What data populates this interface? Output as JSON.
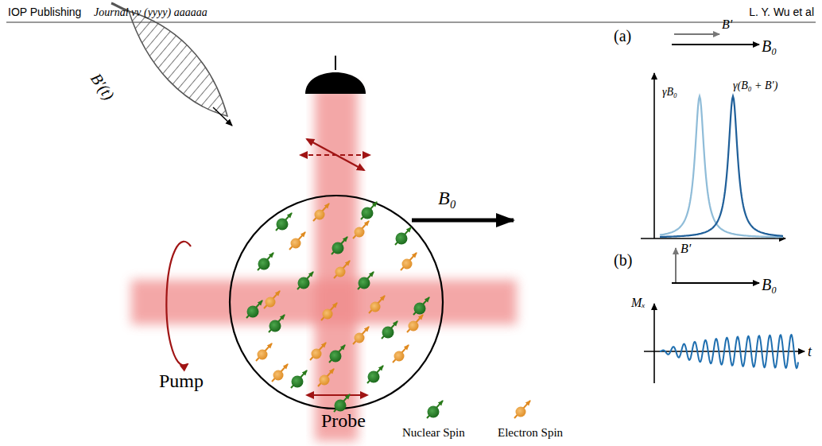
{
  "diagram": {
    "labels": [
      "IOP Publishing",
      "Journal vv (yyyy) aaaaaa",
      "L. Y. Wu et al",
      "B′(t)",
      "B₀",
      "Pump",
      "Probe",
      "(a)",
      "B′",
      "B₀",
      "γB₀",
      "γ(B₀ + B′)",
      "(b)",
      "B′",
      "B₀",
      "Mₓ",
      "t"
    ],
    "legend": [
      {
        "text": "Nuclear Spin"
      },
      {
        "text": "Electron Spin"
      }
    ]
  }
}
